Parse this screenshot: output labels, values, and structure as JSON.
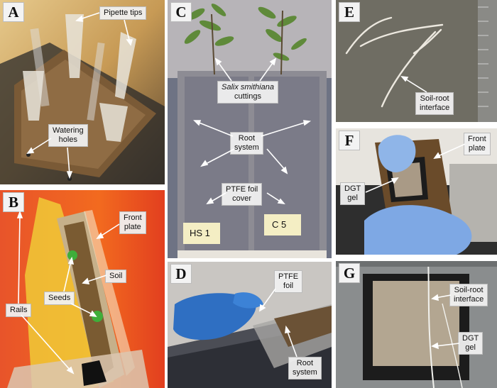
{
  "panels": {
    "a": {
      "letter": "A",
      "pipette_tips": "Pipette tips",
      "watering": "Watering",
      "holes": "holes"
    },
    "b": {
      "letter": "B",
      "front": "Front",
      "plate": "plate",
      "soil": "Soil",
      "seeds": "Seeds",
      "rails": "Rails"
    },
    "c": {
      "letter": "C",
      "species": "Salix smithiana",
      "cuttings": "cuttings",
      "root": "Root",
      "system": "system",
      "ptfe_foil": "PTFE foil",
      "cover": "cover",
      "tag_left": "HS 1",
      "tag_right": "C 5"
    },
    "d": {
      "letter": "D",
      "ptfe": "PTFE",
      "foil": "foil",
      "root": "Root",
      "system": "system"
    },
    "e": {
      "letter": "E",
      "soil_root": "Soil-root",
      "interface": "interface"
    },
    "f": {
      "letter": "F",
      "front": "Front",
      "plate": "plate",
      "dgt": "DGT",
      "gel": "gel"
    },
    "g": {
      "letter": "G",
      "soil_root": "Soil-root",
      "interface": "interface",
      "dgt": "DGT",
      "gel": "gel"
    }
  }
}
